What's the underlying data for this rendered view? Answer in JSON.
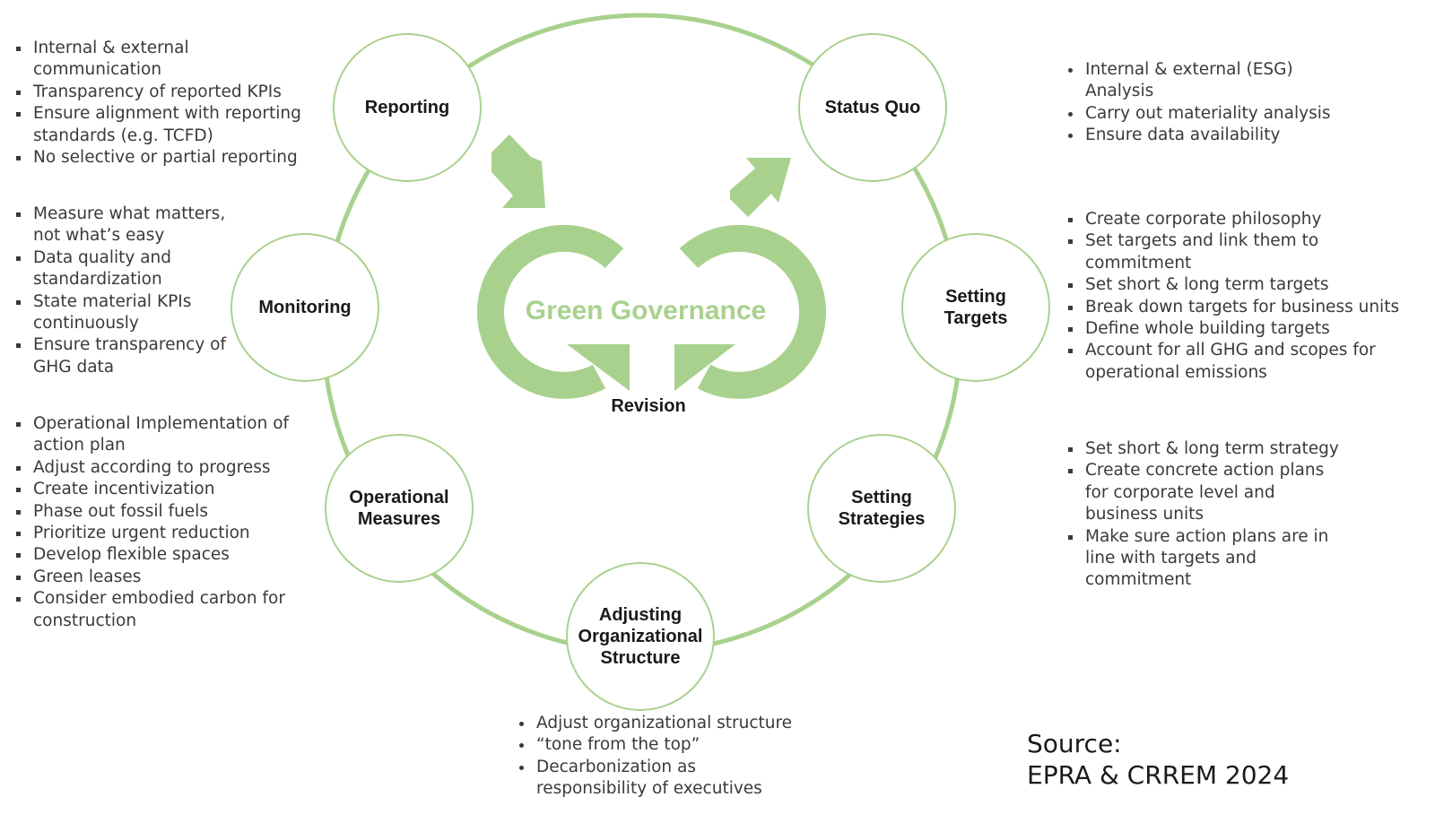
{
  "center": {
    "title": "Green Governance",
    "revision_label": "Revision"
  },
  "colors": {
    "accent": "#a9d18e",
    "node_border": "#a9d18e",
    "text": "#3a3a3a"
  },
  "nodes": {
    "reporting": "Reporting",
    "status_quo": "Status Quo",
    "setting_targets": "Setting\nTargets",
    "setting_strategies": "Setting\nStrategies",
    "adjusting_structure": "Adjusting\nOrganizational\nStructure",
    "operational_measures": "Operational\nMeasures",
    "monitoring": "Monitoring"
  },
  "lists": {
    "reporting": [
      "Internal & external\ncommunication",
      "Transparency of reported KPIs",
      "Ensure alignment with reporting\nstandards (e.g. TCFD)",
      "No selective or partial reporting"
    ],
    "monitoring": [
      "Measure what matters,\nnot what’s easy",
      "Data quality and\nstandardization",
      "State material KPIs\ncontinuously",
      "Ensure transparency of\nGHG data"
    ],
    "operational_measures": [
      "Operational Implementation of\naction plan",
      "Adjust according to progress",
      "Create incentivization",
      "Phase out fossil fuels",
      "Prioritize urgent reduction",
      "Develop flexible spaces",
      "Green leases",
      "Consider embodied carbon for\nconstruction"
    ],
    "status_quo": [
      "Internal & external (ESG)\nAnalysis",
      "Carry out materiality analysis",
      "Ensure data availability"
    ],
    "setting_targets": [
      "Create corporate philosophy",
      "Set targets and link them to\ncommitment",
      "Set short & long term targets",
      "Break down targets for business units",
      "Define whole building targets",
      "Account for all GHG and scopes for\noperational emissions"
    ],
    "setting_strategies": [
      "Set short & long term strategy",
      "Create concrete action plans\nfor corporate level and\nbusiness units",
      "Make sure action plans are in\nline with targets and\ncommitment"
    ],
    "adjusting_structure": [
      "Adjust organizational structure",
      "“tone from the top”",
      "Decarbonization as\nresponsibility of executives"
    ]
  },
  "source": {
    "line1": "Source:",
    "line2": "EPRA & CRREM 2024"
  }
}
